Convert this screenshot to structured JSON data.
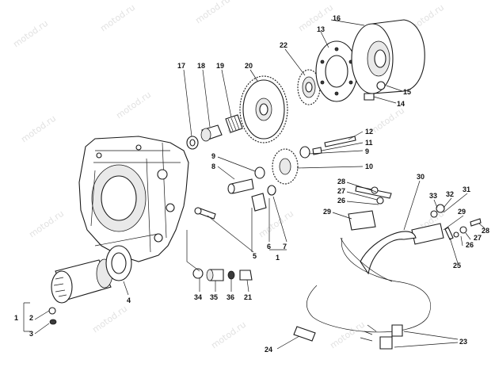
{
  "watermark": "motod.ru",
  "diagram": {
    "callouts": {
      "c1": "1",
      "c2": "2",
      "c3": "3",
      "c4": "4",
      "c5": "5",
      "c6": "6",
      "c7": "7",
      "c8": "8",
      "c9": "9",
      "c9b": "9",
      "c10": "10",
      "c11": "11",
      "c12": "12",
      "c13": "13",
      "c14": "14",
      "c15": "15",
      "c16": "16",
      "c17": "17",
      "c18": "18",
      "c19": "19",
      "c20": "20",
      "c21": "21",
      "c22": "22",
      "c23": "23",
      "c24": "24",
      "c25": "25",
      "c26": "26",
      "c26b": "26",
      "c27": "27",
      "c27b": "27",
      "c28": "28",
      "c28b": "28",
      "c29": "29",
      "c29b": "29",
      "c30": "30",
      "c31": "31",
      "c32": "32",
      "c33": "33",
      "c34": "34",
      "c35": "35",
      "c36": "36",
      "c1b": "1"
    }
  }
}
